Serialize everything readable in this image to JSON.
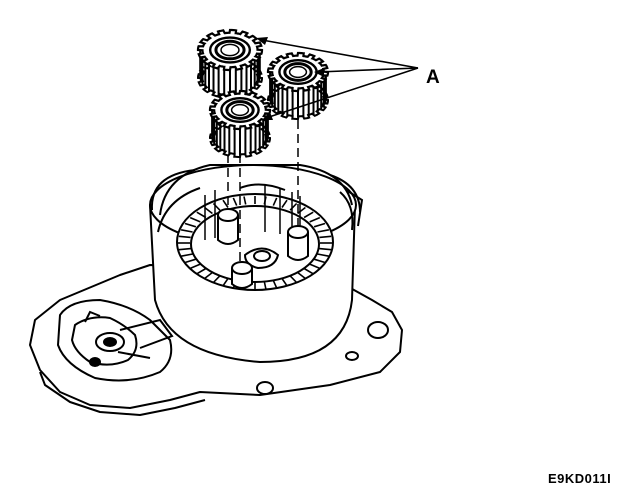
{
  "diagram": {
    "callout_label": "A",
    "figure_code": "E9KD011I",
    "parts": [
      {
        "id": "planet-gear-1"
      },
      {
        "id": "planet-gear-2"
      },
      {
        "id": "planet-gear-3"
      }
    ]
  },
  "colors": {
    "line": "#000000",
    "background": "#ffffff"
  }
}
